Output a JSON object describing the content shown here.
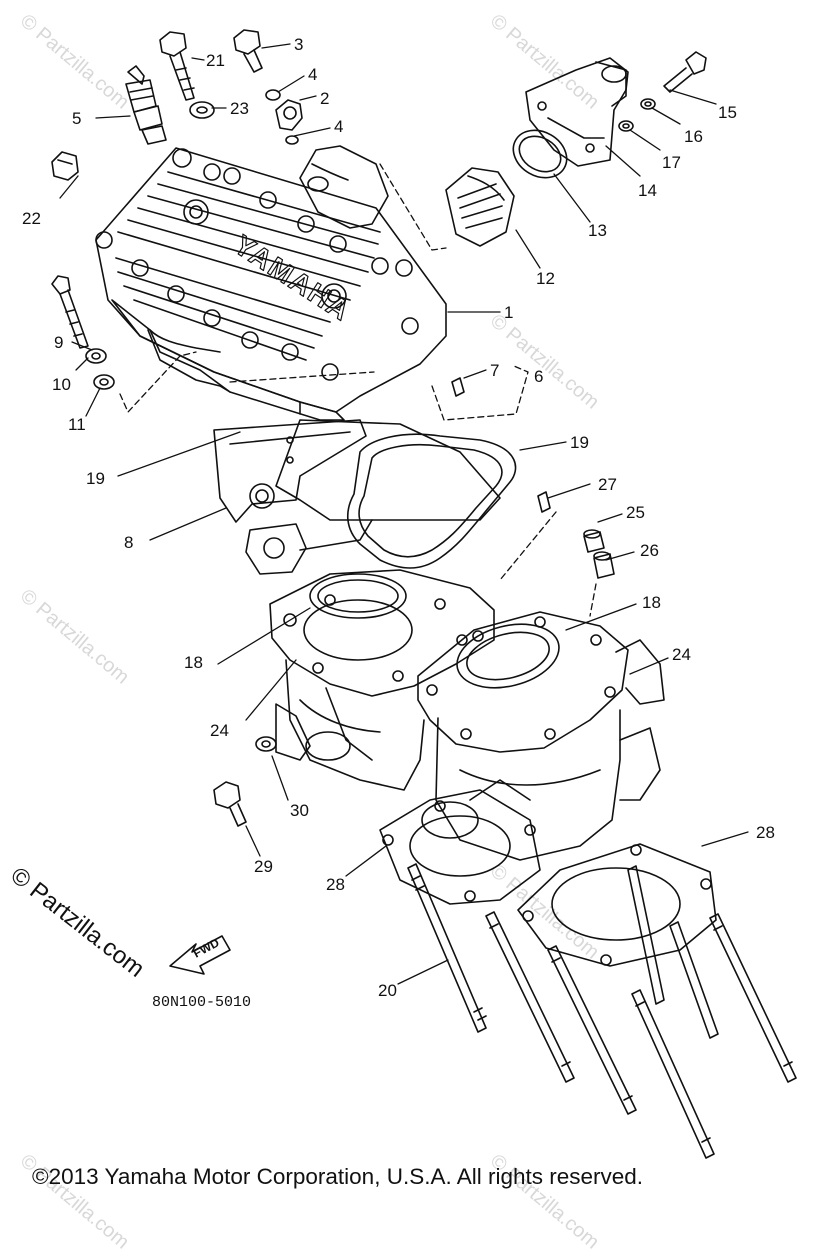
{
  "diagram": {
    "diagram_code": "80N100-5010",
    "copyright": "©2013 Yamaha Motor Corporation, U.S.A. All rights reserved.",
    "watermark_main": "© Partzilla.com",
    "watermark_faint": "© Partzilla.com",
    "fwd_label": "FWD",
    "head_logo": "YAMAHA"
  },
  "callouts": [
    {
      "id": "c1",
      "label": "1"
    },
    {
      "id": "c2",
      "label": "2"
    },
    {
      "id": "c3",
      "label": "3"
    },
    {
      "id": "c4a",
      "label": "4"
    },
    {
      "id": "c4b",
      "label": "4"
    },
    {
      "id": "c5",
      "label": "5"
    },
    {
      "id": "c6",
      "label": "6"
    },
    {
      "id": "c7",
      "label": "7"
    },
    {
      "id": "c8",
      "label": "8"
    },
    {
      "id": "c9",
      "label": "9"
    },
    {
      "id": "c10",
      "label": "10"
    },
    {
      "id": "c11",
      "label": "11"
    },
    {
      "id": "c12",
      "label": "12"
    },
    {
      "id": "c13",
      "label": "13"
    },
    {
      "id": "c14",
      "label": "14"
    },
    {
      "id": "c15",
      "label": "15"
    },
    {
      "id": "c16",
      "label": "16"
    },
    {
      "id": "c17",
      "label": "17"
    },
    {
      "id": "c18a",
      "label": "18"
    },
    {
      "id": "c18b",
      "label": "18"
    },
    {
      "id": "c19a",
      "label": "19"
    },
    {
      "id": "c19b",
      "label": "19"
    },
    {
      "id": "c20",
      "label": "20"
    },
    {
      "id": "c21",
      "label": "21"
    },
    {
      "id": "c22",
      "label": "22"
    },
    {
      "id": "c23",
      "label": "23"
    },
    {
      "id": "c24a",
      "label": "24"
    },
    {
      "id": "c24b",
      "label": "24"
    },
    {
      "id": "c25",
      "label": "25"
    },
    {
      "id": "c26",
      "label": "26"
    },
    {
      "id": "c27",
      "label": "27"
    },
    {
      "id": "c28a",
      "label": "28"
    },
    {
      "id": "c28b",
      "label": "28"
    },
    {
      "id": "c29",
      "label": "29"
    },
    {
      "id": "c30",
      "label": "30"
    }
  ]
}
